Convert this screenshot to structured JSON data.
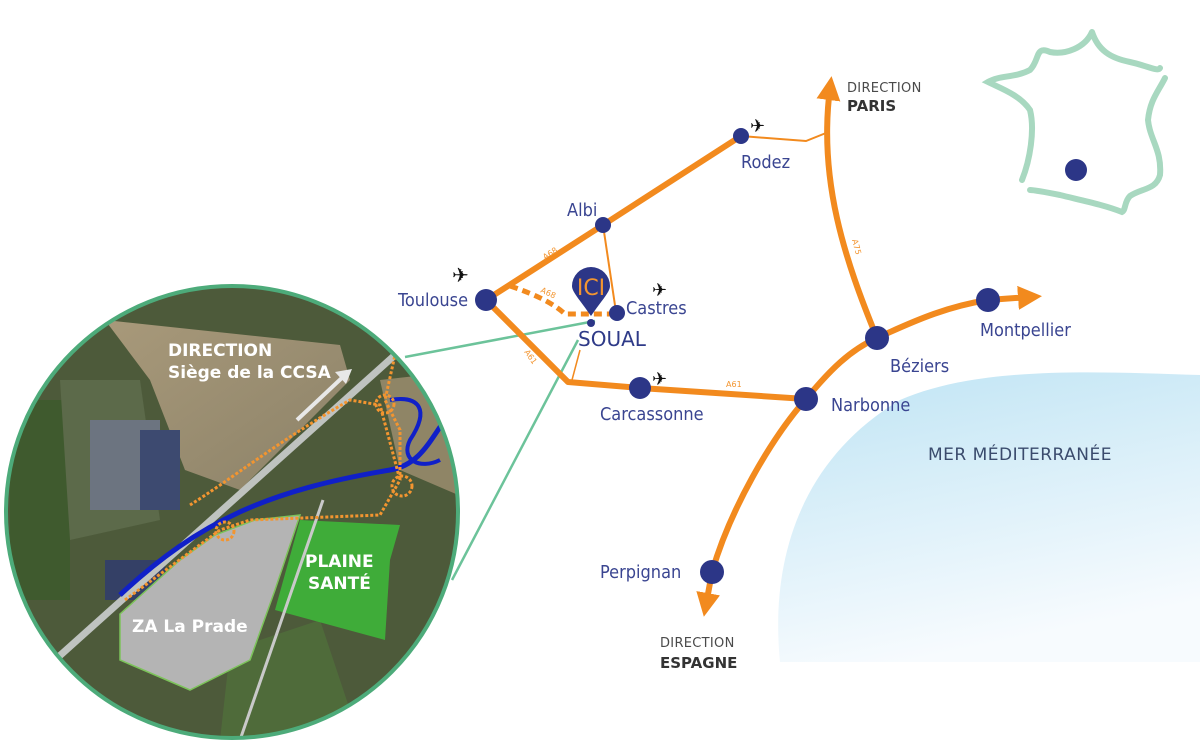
{
  "colors": {
    "road": "#f28a1e",
    "city_dot": "#2c3687",
    "city_text": "#3a4591",
    "connector": "#6cc39a",
    "france_outline": "#a8d8c0",
    "sea_top": "#bfe4f4",
    "sea_bottom": "#f6fbfe",
    "motorway_blue": "#1020c8",
    "plaine_green": "#3dbb3a"
  },
  "cities": {
    "toulouse": "Toulouse",
    "albi": "Albi",
    "castres": "Castres",
    "rodez": "Rodez",
    "carcassonne": "Carcassonne",
    "narbonne": "Narbonne",
    "beziers": "Béziers",
    "montpellier": "Montpellier",
    "perpignan": "Perpignan"
  },
  "marker": {
    "pin_label": "ICI",
    "place": "SOUAL"
  },
  "directions": {
    "paris": {
      "prefix": "DIRECTION",
      "name": "PARIS"
    },
    "espagne": {
      "prefix": "DIRECTION",
      "name": "ESPAGNE"
    }
  },
  "roads": {
    "a68_main": "A68",
    "a68_spur": "A68",
    "a61_west": "A61",
    "a61_east": "A61",
    "a75": "A75"
  },
  "sea": {
    "label": "MER MÉDITERRANÉE"
  },
  "airports": [
    "toulouse",
    "castres",
    "rodez",
    "carcassonne"
  ],
  "inset": {
    "direction_line1": "DIRECTION",
    "direction_line2": "Siège de la CCSA",
    "plaine_line1": "PLAINE",
    "plaine_line2": "SANTÉ",
    "za_label": "ZA La Prade"
  }
}
